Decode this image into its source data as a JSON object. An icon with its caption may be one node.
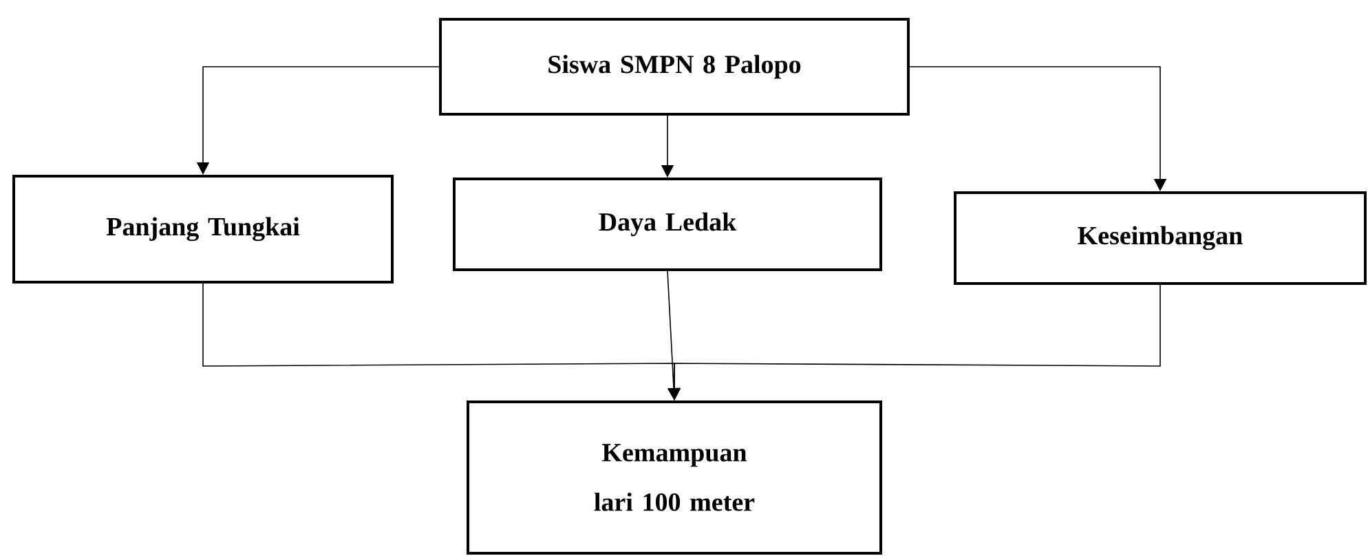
{
  "diagram": {
    "nodes": [
      {
        "text": [
          "Siswa SMPN 8 Palopo"
        ]
      },
      {
        "text": [
          "Panjang   Tungkai"
        ]
      },
      {
        "text": [
          "Daya Ledak"
        ]
      },
      {
        "text": [
          "Keseimbangan"
        ]
      },
      {
        "text": [
          "Kemampuan lari 100 meter"
        ]
      }
    ],
    "edges": [
      {
        "from": 0,
        "to": 1,
        "arrow": "to"
      },
      {
        "from": 0,
        "to": 2,
        "arrow": "to"
      },
      {
        "from": 0,
        "to": 3,
        "arrow": "to"
      },
      {
        "from": 1,
        "to": 4,
        "arrow": "to"
      },
      {
        "from": 2,
        "to": 4,
        "arrow": "to"
      },
      {
        "from": 3,
        "to": 4,
        "arrow": "to"
      }
    ]
  }
}
